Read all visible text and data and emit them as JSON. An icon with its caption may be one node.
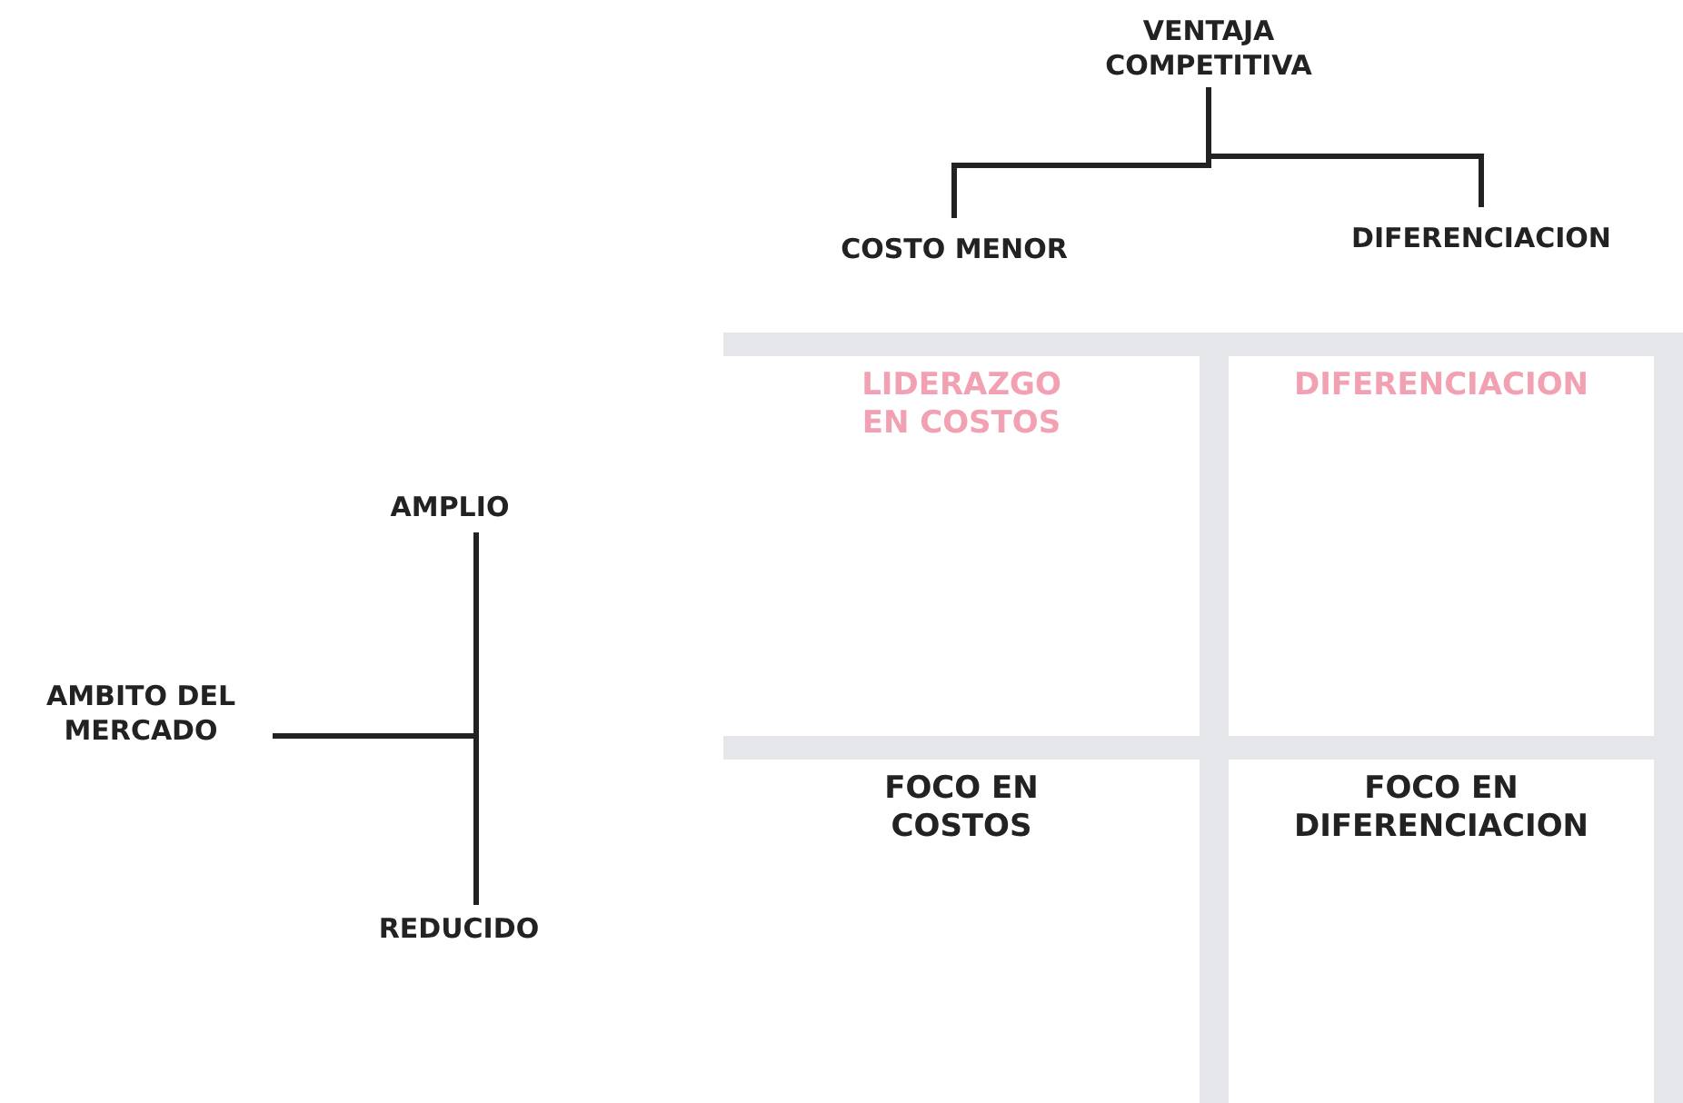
{
  "diagram": {
    "nodes": [
      {
        "text": [
          "VENTAJA COMPETITIVA"
        ]
      },
      {
        "text": [
          "COSTO MENOR"
        ]
      },
      {
        "text": [
          "DIFERENCIACION"
        ]
      },
      {
        "text": [
          "AMBITO DEL MERCADO"
        ]
      },
      {
        "text": [
          "AMPLIO"
        ]
      },
      {
        "text": [
          "REDUCIDO"
        ]
      },
      {
        "text": [
          "LIDERAZGO EN COSTOS"
        ]
      },
      {
        "text": [
          "DIFERENCIACION"
        ]
      },
      {
        "text": [
          "FOCO EN COSTOS"
        ]
      },
      {
        "text": [
          "FOCO EN DIFERENCIACION"
        ]
      }
    ],
    "edges": [
      {
        "from": 0,
        "to": 1,
        "arrow": "none"
      },
      {
        "from": 0,
        "to": 2,
        "arrow": "none"
      },
      {
        "from": 3,
        "to": 4,
        "arrow": "none"
      },
      {
        "from": 3,
        "to": 5,
        "arrow": "none"
      }
    ]
  }
}
